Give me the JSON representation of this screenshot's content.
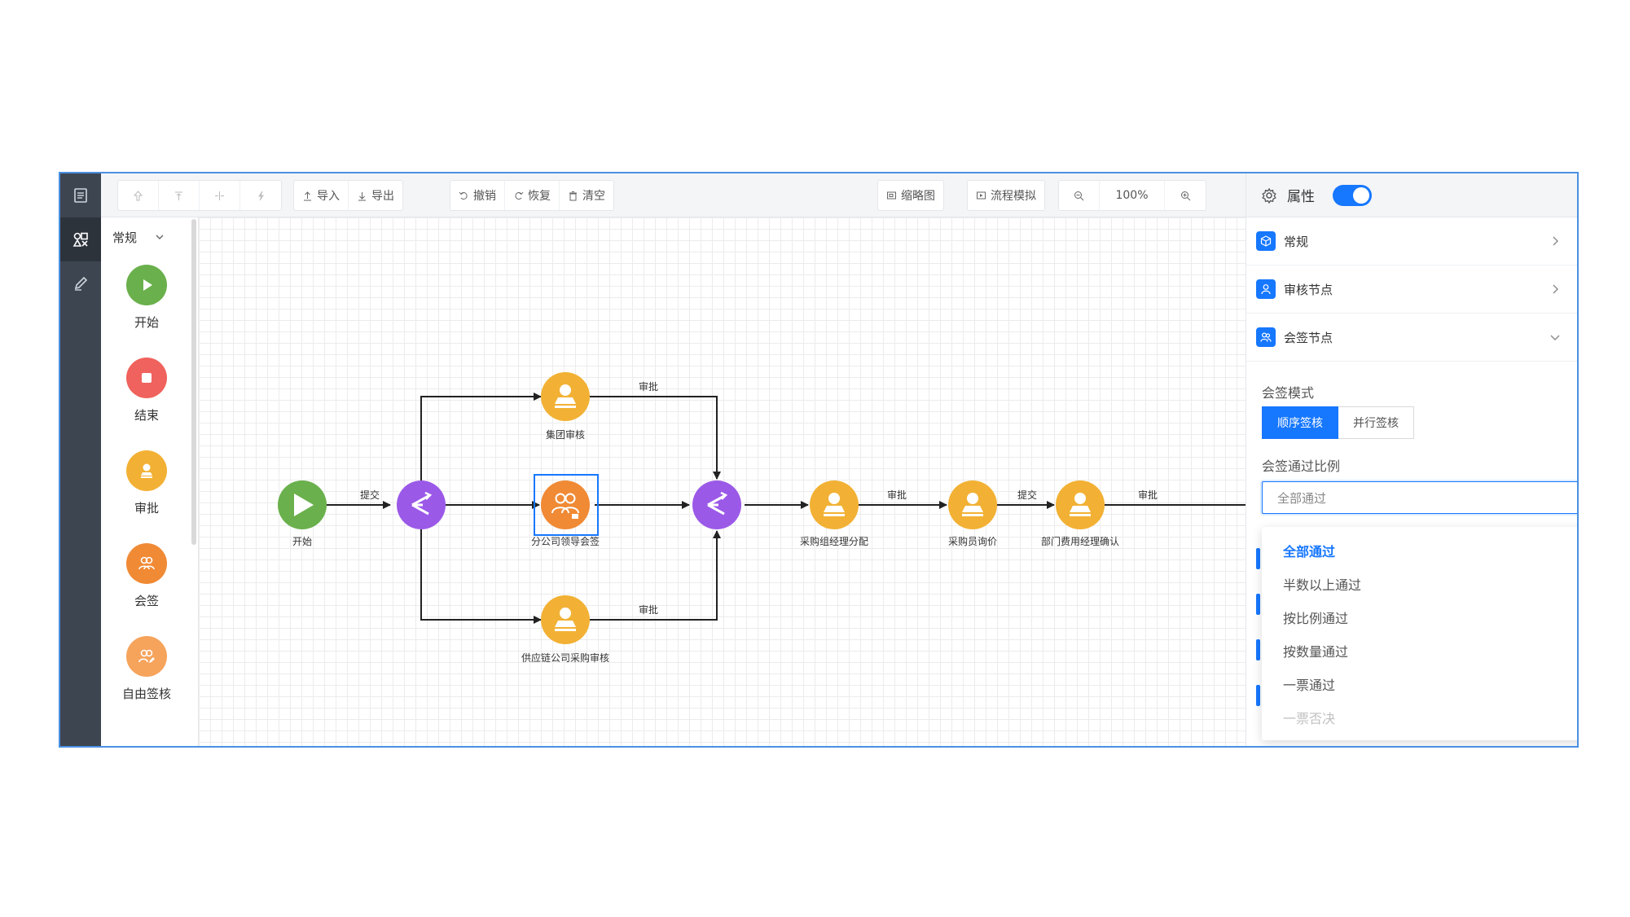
{
  "toolbar": {
    "import_label": "导入",
    "export_label": "导出",
    "undo_label": "撤销",
    "redo_label": "恢复",
    "clear_label": "清空",
    "minimap_label": "缩略图",
    "simulate_label": "流程模拟",
    "zoom_value": "100%"
  },
  "palette": {
    "category": "常规",
    "items": [
      {
        "label": "开始",
        "color": "#6ab04c",
        "icon": "play-icon"
      },
      {
        "label": "结束",
        "color": "#f0625d",
        "icon": "stop-icon"
      },
      {
        "label": "审批",
        "color": "#f2b134",
        "icon": "stamp-icon"
      },
      {
        "label": "会签",
        "color": "#f08a35",
        "icon": "group-icon"
      },
      {
        "label": "自由签核",
        "color": "#f6a35c",
        "icon": "group-edit-icon"
      }
    ]
  },
  "flow": {
    "nodes": [
      {
        "id": "start",
        "label": "开始"
      },
      {
        "id": "fork",
        "label": ""
      },
      {
        "id": "group",
        "label": "集团审核"
      },
      {
        "id": "branch",
        "label": "分公司领导会签"
      },
      {
        "id": "supply",
        "label": "供应链公司采购审核"
      },
      {
        "id": "join",
        "label": ""
      },
      {
        "id": "assign",
        "label": "采购组经理分配"
      },
      {
        "id": "inquiry",
        "label": "采购员询价"
      },
      {
        "id": "confirm",
        "label": "部门费用经理确认"
      }
    ],
    "edges": [
      {
        "from": "start",
        "to": "fork",
        "label": "提交"
      },
      {
        "from": "group",
        "to": "join",
        "label": "审批"
      },
      {
        "from": "supply",
        "to": "join",
        "label": "审批"
      },
      {
        "from": "assign",
        "to": "inquiry",
        "label": "审批"
      },
      {
        "from": "inquiry",
        "to": "confirm",
        "label": "提交"
      },
      {
        "from": "confirm",
        "to": "out",
        "label": "审批"
      }
    ]
  },
  "props": {
    "title": "属性",
    "toggle_on": true,
    "sections": [
      "常规",
      "审核节点",
      "会签节点"
    ],
    "mode_label": "会签模式",
    "modes": [
      "顺序签核",
      "并行签核"
    ],
    "ratio_label": "会签通过比例",
    "ratio_value": "全部通过",
    "ratio_options": [
      "全部通过",
      "半数以上通过",
      "按比例通过",
      "按数量通过",
      "一票通过",
      "一票否决"
    ]
  }
}
